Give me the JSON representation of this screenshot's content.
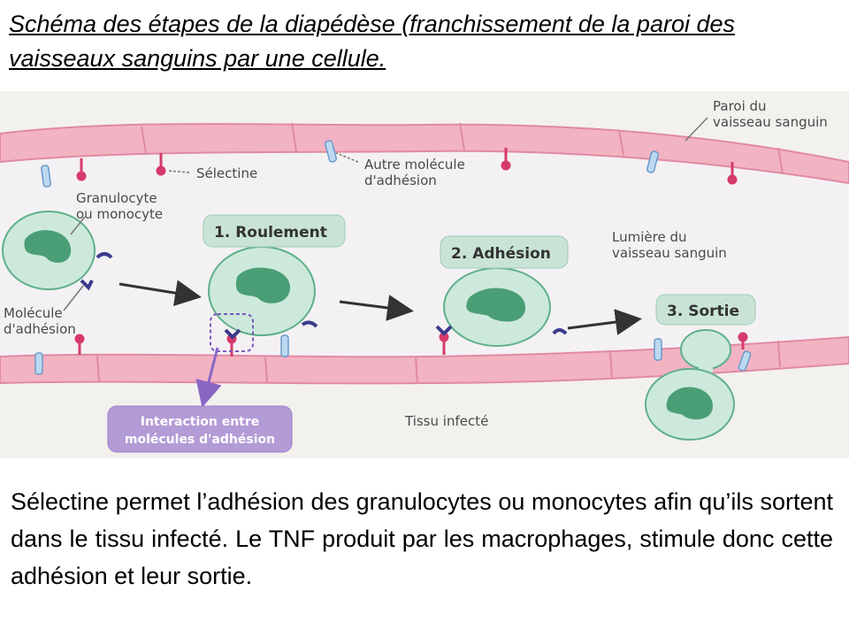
{
  "title": "Schéma des étapes de la diapédèse (franchissement de la paroi des vaisseaux sanguins par une cellule.",
  "labels": {
    "paroi_line1": "Paroi du",
    "paroi_line2": "vaisseau sanguin",
    "selectine": "Sélectine",
    "autre_line1": "Autre molécule",
    "autre_line2": "d'adhésion",
    "granulocyte_line1": "Granulocyte",
    "granulocyte_line2": "ou monocyte",
    "molecule_line1": "Molécule",
    "molecule_line2": "d'adhésion",
    "lumiere_line1": "Lumière du",
    "lumiere_line2": "vaisseau sanguin",
    "tissu": "Tissu infecté",
    "interaction_line1": "Interaction entre",
    "interaction_line2": "molécules d'adhésion"
  },
  "steps": {
    "step1": "1. Roulement",
    "step2": "2. Adhésion",
    "step3": "3. Sortie"
  },
  "caption": "Sélectine permet l’adhésion des granulocytes ou monocytes afin qu’ils sortent dans le tissu infecté. Le TNF produit par les macrophages, stimule donc cette adhésion et leur sortie.",
  "colors": {
    "vessel_wall": "#f2b3c3",
    "cell_fill": "#cde9dc",
    "nucleus": "#4a9e76",
    "selectin": "#d63a6a",
    "adhesion_molecule": "#3a3a8c",
    "step_box": "#c9e4d6",
    "interaction_box": "#b39bd6"
  }
}
